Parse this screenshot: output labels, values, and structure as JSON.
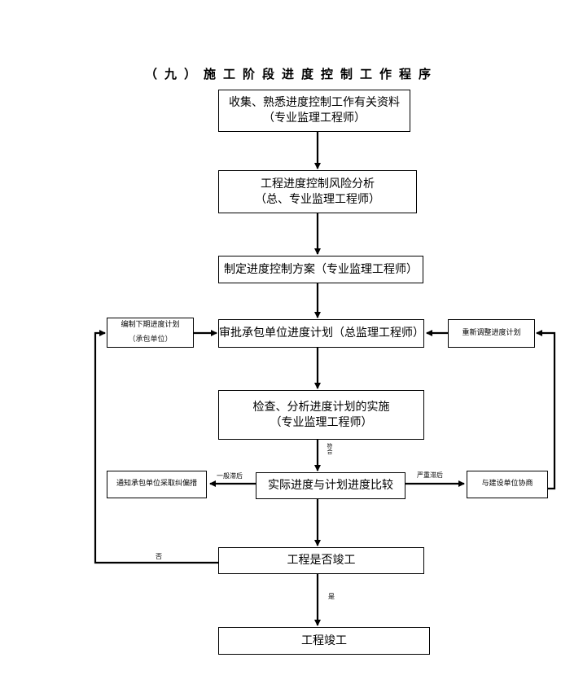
{
  "title": "（九）施工阶段进度控制工作程序",
  "boxes": {
    "collect": {
      "line1": "收集、熟悉进度控制工作有关资料",
      "line2": "（专业监理工程师）"
    },
    "risk": {
      "line1": "工程进度控制风险分析",
      "line2": "（总、专业监理工程师）"
    },
    "plan": {
      "line1": "制定进度控制方案（专业监理工程师）"
    },
    "approve": {
      "line1": "审批承包单位进度计划（总监理工程师）"
    },
    "inspect": {
      "line1": "检查、分析进度计划的实施",
      "line2": "（专业监理工程师）"
    },
    "compare": {
      "line1": "实际进度与计划进度比较"
    },
    "complete_q": {
      "line1": "工程是否竣工"
    },
    "done": {
      "line1": "工程竣工"
    },
    "next_plan": {
      "line1": "编制下期进度计划",
      "line2": "（承包单位）"
    },
    "readjust": {
      "line1": "重新调整进度计划",
      "line2": ""
    },
    "notify": {
      "line1": "通知承包单位采取纠偏措",
      "line2": ""
    },
    "coordinate": {
      "line1": "与建设单位协商",
      "line2": ""
    }
  },
  "edge_labels": {
    "minor": "一般滞后",
    "severe": "严重滞后",
    "no": "否",
    "yes": "是",
    "side": "符合"
  }
}
